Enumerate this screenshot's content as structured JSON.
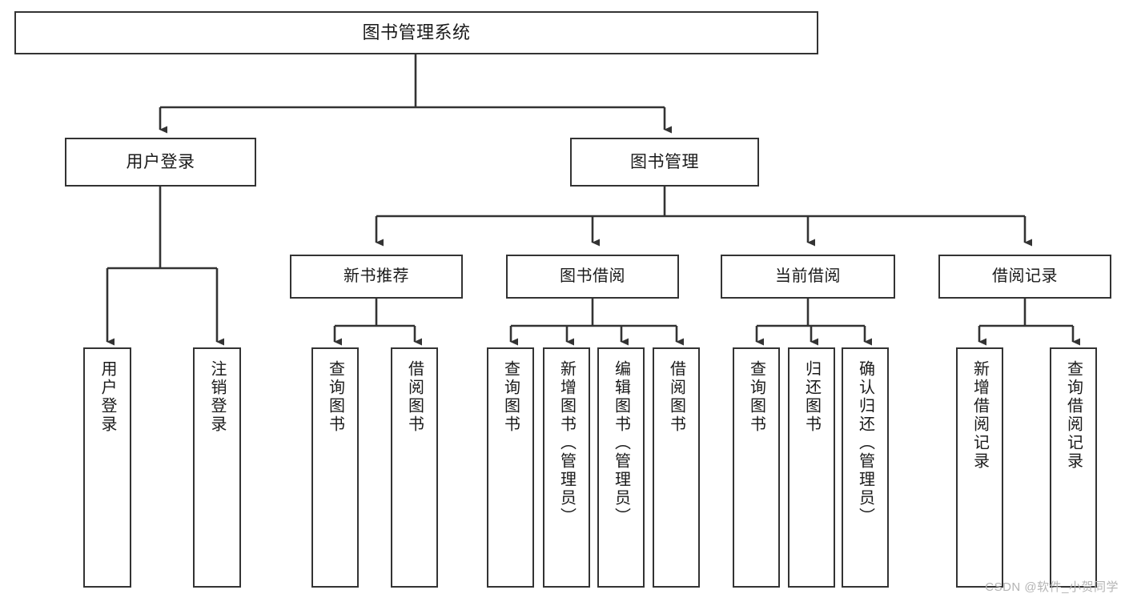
{
  "diagram": {
    "type": "tree",
    "title": "图书管理系统",
    "watermark": "CSDN @软件_小贺同学",
    "colors": {
      "stroke": "#333333",
      "fill": "#ffffff",
      "text": "#1a1a1a",
      "watermark": "#b4b4b4"
    },
    "nodes": {
      "root": {
        "label": "图书管理系统"
      },
      "level2": [
        {
          "id": "user-login",
          "label": "用户登录"
        },
        {
          "id": "book-manage",
          "label": "图书管理"
        }
      ],
      "level3": [
        {
          "id": "new-book-recommend",
          "label": "新书推荐"
        },
        {
          "id": "book-borrow",
          "label": "图书借阅"
        },
        {
          "id": "current-borrow",
          "label": "当前借阅"
        },
        {
          "id": "borrow-record",
          "label": "借阅记录"
        }
      ],
      "leaves": [
        {
          "id": "leaf-user-login",
          "label": "用户登录",
          "parent": "user-login"
        },
        {
          "id": "leaf-logout",
          "label": "注销登录",
          "parent": "user-login"
        },
        {
          "id": "leaf-query-book-1",
          "label": "查询图书",
          "parent": "new-book-recommend"
        },
        {
          "id": "leaf-borrow-book-1",
          "label": "借阅图书",
          "parent": "new-book-recommend"
        },
        {
          "id": "leaf-query-book-2",
          "label": "查询图书",
          "parent": "book-borrow"
        },
        {
          "id": "leaf-add-book",
          "label": "新增图书（管理员）",
          "parent": "book-borrow"
        },
        {
          "id": "leaf-edit-book",
          "label": "编辑图书（管理员）",
          "parent": "book-borrow"
        },
        {
          "id": "leaf-borrow-book-2",
          "label": "借阅图书",
          "parent": "book-borrow"
        },
        {
          "id": "leaf-query-book-3",
          "label": "查询图书",
          "parent": "current-borrow"
        },
        {
          "id": "leaf-return-book",
          "label": "归还图书",
          "parent": "current-borrow"
        },
        {
          "id": "leaf-confirm-return",
          "label": "确认归还（管理员）",
          "parent": "current-borrow"
        },
        {
          "id": "leaf-add-record",
          "label": "新增借阅记录",
          "parent": "borrow-record"
        },
        {
          "id": "leaf-query-record",
          "label": "查询借阅记录",
          "parent": "borrow-record"
        }
      ]
    }
  }
}
